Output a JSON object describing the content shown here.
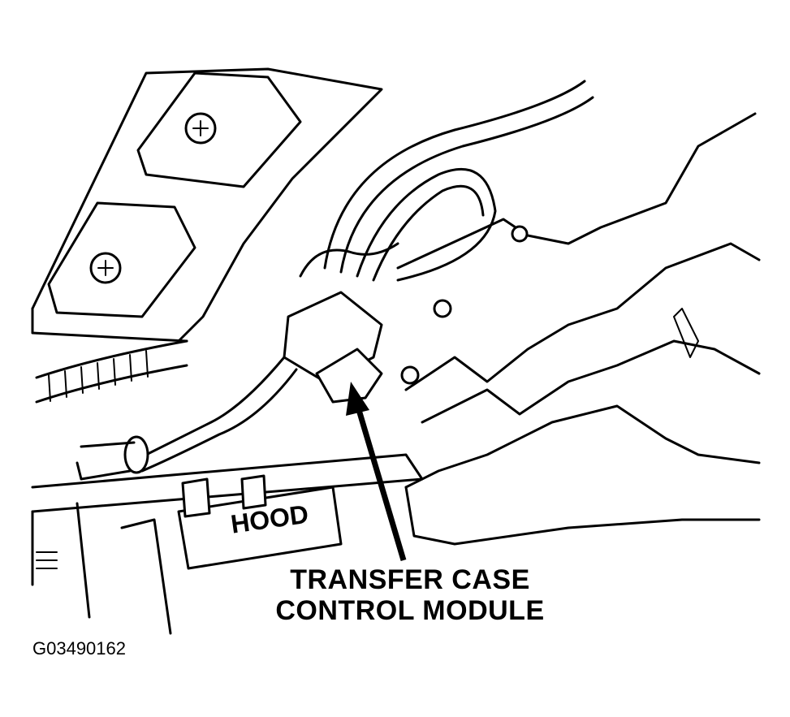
{
  "labels": {
    "hood": "HOOD",
    "callout_line1": "TRANSFER CASE",
    "callout_line2": "CONTROL MODULE",
    "figure_id": "G03490162"
  }
}
